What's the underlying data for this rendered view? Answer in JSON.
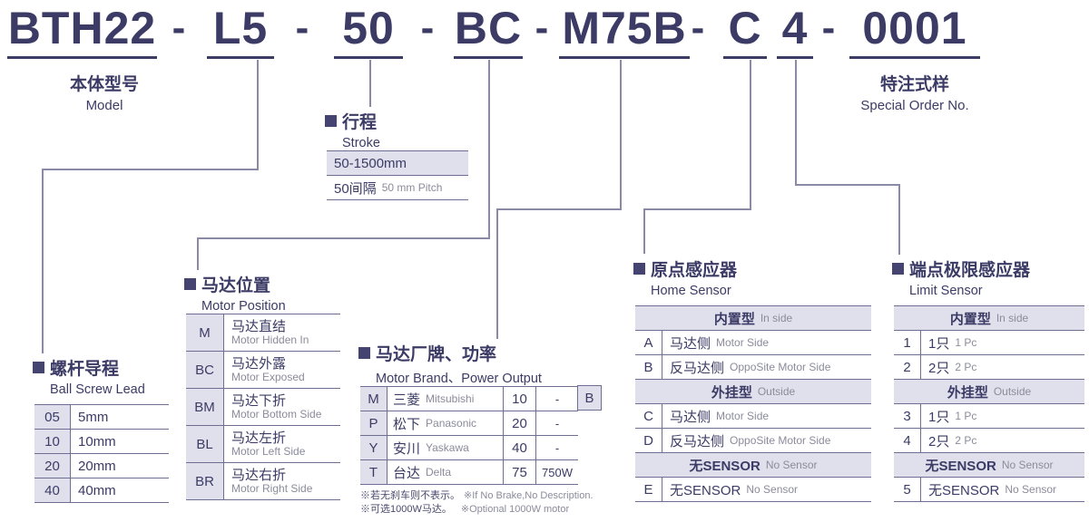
{
  "colors": {
    "ink": "#3b3b66",
    "muted": "#8b8b9b",
    "lavender": "#e0e0ec",
    "line": "#6e6e92",
    "bullet": "#454370"
  },
  "title": {
    "separator": "-",
    "segments": [
      "BTH22",
      "L5",
      "50",
      "BC",
      "M75B",
      "C",
      "4",
      "0001"
    ]
  },
  "labels": {
    "model": {
      "zh": "本体型号",
      "en": "Model"
    },
    "special_order": {
      "zh": "特注式样",
      "en": "Special Order No."
    }
  },
  "stroke": {
    "title_zh": "行程",
    "title_en": "Stroke",
    "range": "50-1500mm",
    "pitch_zh": "50间隔",
    "pitch_en": "50 mm Pitch"
  },
  "ball_screw_lead": {
    "title_zh": "螺杆导程",
    "title_en": "Ball Screw Lead",
    "rows": [
      {
        "code": "05",
        "value": "5mm"
      },
      {
        "code": "10",
        "value": "10mm"
      },
      {
        "code": "20",
        "value": "20mm"
      },
      {
        "code": "40",
        "value": "40mm"
      }
    ]
  },
  "motor_position": {
    "title_zh": "马达位置",
    "title_en": "Motor Position",
    "rows": [
      {
        "code": "M",
        "zh": "马达直结",
        "en": "Motor Hidden In"
      },
      {
        "code": "BC",
        "zh": "马达外露",
        "en": "Motor Exposed"
      },
      {
        "code": "BM",
        "zh": "马达下折",
        "en": "Motor Bottom Side"
      },
      {
        "code": "BL",
        "zh": "马达左折",
        "en": "Motor Left Side"
      },
      {
        "code": "BR",
        "zh": "马达右折",
        "en": "Motor Right Side"
      }
    ]
  },
  "motor_brand": {
    "title_zh": "马达厂牌、功率",
    "title_en": "Motor Brand、Power Output",
    "rows": [
      {
        "code": "M",
        "brand_zh": "三菱",
        "brand_en": "Mitsubishi",
        "power_code": "10",
        "power_value": "-"
      },
      {
        "code": "P",
        "brand_zh": "松下",
        "brand_en": "Panasonic",
        "power_code": "20",
        "power_value": "-"
      },
      {
        "code": "Y",
        "brand_zh": "安川",
        "brand_en": "Yaskawa",
        "power_code": "40",
        "power_value": "-"
      },
      {
        "code": "T",
        "brand_zh": "台达",
        "brand_en": "Delta",
        "power_code": "75",
        "power_value": "750W"
      }
    ],
    "brake_code": "B",
    "notes": [
      {
        "zh": "※若无刹车则不表示。",
        "en": "※If No Brake,No Description."
      },
      {
        "zh": "※可选1000W马达。",
        "en": "※Optional 1000W motor"
      }
    ]
  },
  "home_sensor": {
    "title_zh": "原点感应器",
    "title_en": "Home Sensor",
    "groups": [
      {
        "header_zh": "内置型",
        "header_en": "In side",
        "rows": [
          {
            "code": "A",
            "zh": "马达侧",
            "en": "Motor Side"
          },
          {
            "code": "B",
            "zh": "反马达侧",
            "en": "OppoSite Motor Side"
          }
        ]
      },
      {
        "header_zh": "外挂型",
        "header_en": "Outside",
        "rows": [
          {
            "code": "C",
            "zh": "马达侧",
            "en": "Motor Side"
          },
          {
            "code": "D",
            "zh": "反马达侧",
            "en": "OppoSite Motor Side"
          }
        ]
      },
      {
        "header_zh": "无SENSOR",
        "header_en": "No Sensor",
        "rows": [
          {
            "code": "E",
            "zh": "无SENSOR",
            "en": "No Sensor"
          }
        ]
      }
    ]
  },
  "limit_sensor": {
    "title_zh": "端点极限感应器",
    "title_en": "Limit Sensor",
    "groups": [
      {
        "header_zh": "内置型",
        "header_en": "In side",
        "rows": [
          {
            "code": "1",
            "zh": "1只",
            "en": "1 Pc"
          },
          {
            "code": "2",
            "zh": "2只",
            "en": "2 Pc"
          }
        ]
      },
      {
        "header_zh": "外挂型",
        "header_en": "Outside",
        "rows": [
          {
            "code": "3",
            "zh": "1只",
            "en": "1 Pc"
          },
          {
            "code": "4",
            "zh": "2只",
            "en": "2 Pc"
          }
        ]
      },
      {
        "header_zh": "无SENSOR",
        "header_en": "No Sensor",
        "rows": [
          {
            "code": "5",
            "zh": "无SENSOR",
            "en": "No Sensor"
          }
        ]
      }
    ]
  }
}
